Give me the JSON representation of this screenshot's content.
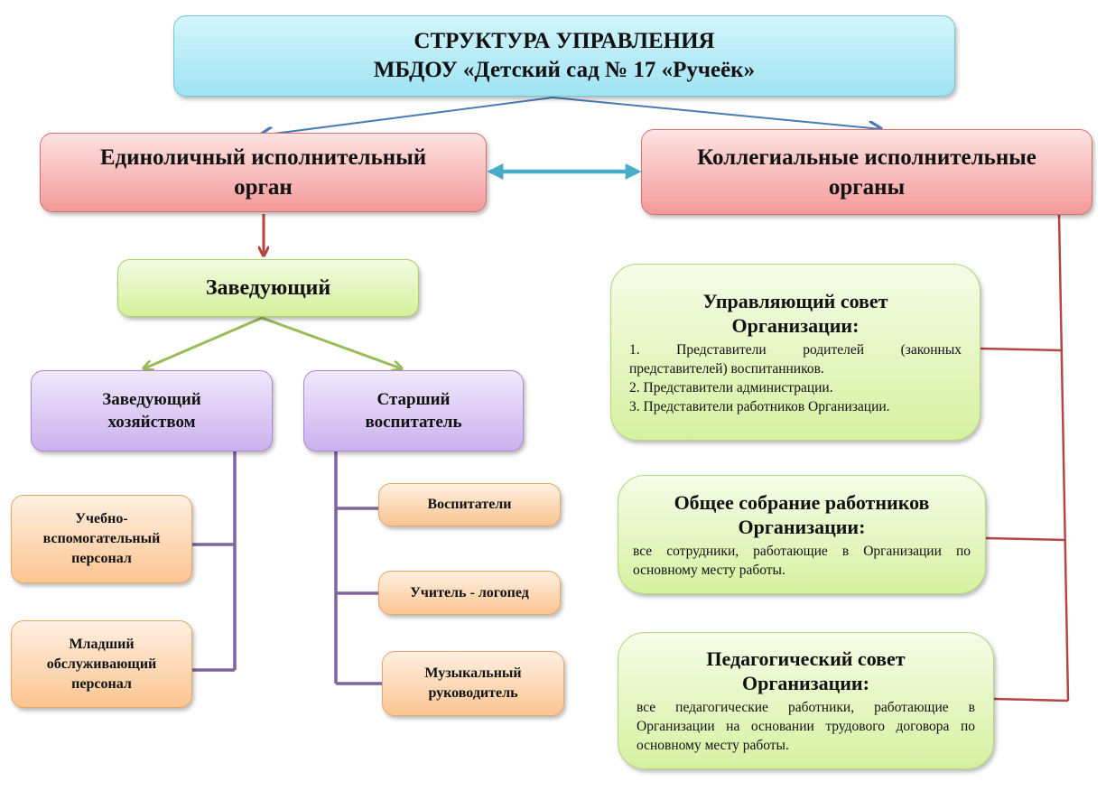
{
  "title": {
    "line1": "СТРУКТУРА  УПРАВЛЕНИЯ",
    "line2": "МБДОУ «Детский сад № 17 «Ручеёк»"
  },
  "executive": {
    "line1": "Единоличный  исполнительный",
    "line2": "орган"
  },
  "collegial": {
    "line1": "Коллегиальные исполнительные",
    "line2": "органы"
  },
  "head": {
    "label": "Заведующий"
  },
  "housekeeping": {
    "line1": "Заведующий",
    "line2": "хозяйством"
  },
  "senior": {
    "line1": "Старший",
    "line2": "воспитатель"
  },
  "support_staff": {
    "line1": "Учебно-",
    "line2": "вспомогательный",
    "line3": "персонал"
  },
  "junior_staff": {
    "line1": "Младший",
    "line2": "обслуживающий",
    "line3": "персонал"
  },
  "educators": {
    "label": "Воспитатели"
  },
  "speech_therapist": {
    "label": "Учитель - логопед"
  },
  "music": {
    "line1": "Музыкальный",
    "line2": "руководитель"
  },
  "board": {
    "line1": "Управляющий совет",
    "line2": "Организации:",
    "items": [
      "1.  Представители  родителей  (законных представителей) воспитанников.",
      "2. Представители администрации.",
      "3. Представители работников Организации."
    ]
  },
  "assembly": {
    "line1": "Общее собрание работников",
    "line2": "Организации:",
    "desc": "все сотрудники, работающие в Организации по основному месту работы."
  },
  "ped_council": {
    "line1": "Педагогический совет",
    "line2": "Организации:",
    "desc": "все педагогические работники, работающие в Организации на основании трудового договора по основному месту работы."
  },
  "colors": {
    "blue_arrow": "#4a7bb5",
    "teal_arrow": "#4bacc6",
    "red_line": "#b64645",
    "green_line": "#9bbb59",
    "purple_line": "#8064a2"
  }
}
